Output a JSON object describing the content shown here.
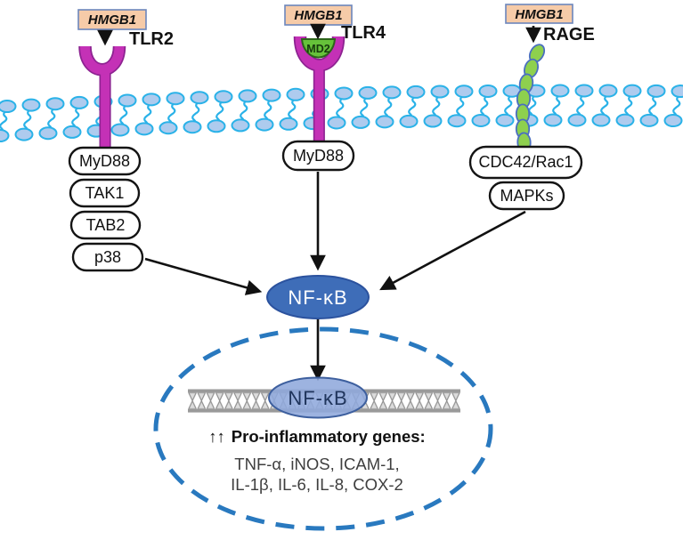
{
  "ligand": {
    "left": "HMGB1",
    "middle": "HMGB1",
    "right": "HMGB1"
  },
  "receptors": {
    "tlr2": "TLR2",
    "tlr4": "TLR4",
    "md2": "MD2",
    "rage": "RAGE"
  },
  "cascades": {
    "tlr2": [
      "MyD88",
      "TAK1",
      "TAB2",
      "p38"
    ],
    "tlr4": [
      "MyD88"
    ],
    "rage": [
      "CDC42/Rac1",
      "MAPKs"
    ]
  },
  "transcription_factor": {
    "cytosol": "NF-κB",
    "nucleus": "NF-κB"
  },
  "nucleus_text": {
    "up_arrows": "↑↑",
    "genes_header": "Pro-inflammatory genes:",
    "genes_line1": "TNF-α, iNOS, ICAM-1,",
    "genes_line2": "IL-1β, IL-6, IL-8, COX-2"
  },
  "colors": {
    "receptor_magenta": "#c431b6",
    "receptor_outline_purple": "#8d2391",
    "md2_green": "#66c23a",
    "rage_green": "#8ed04e",
    "lipid_head_blue": "#aecbee",
    "lipid_tail_cyan": "#2ab2e8",
    "hmgb1_box_fill": "#f6cba8",
    "hmgb1_box_border": "#6c86bc",
    "nfkb_blue": "#3e6db8",
    "nuclear_nfkb_blue": "#8fa9dc",
    "nucleus_dash_blue": "#2979bf",
    "dna_gray": "#9a9a9a",
    "arrow_black": "#111111"
  }
}
